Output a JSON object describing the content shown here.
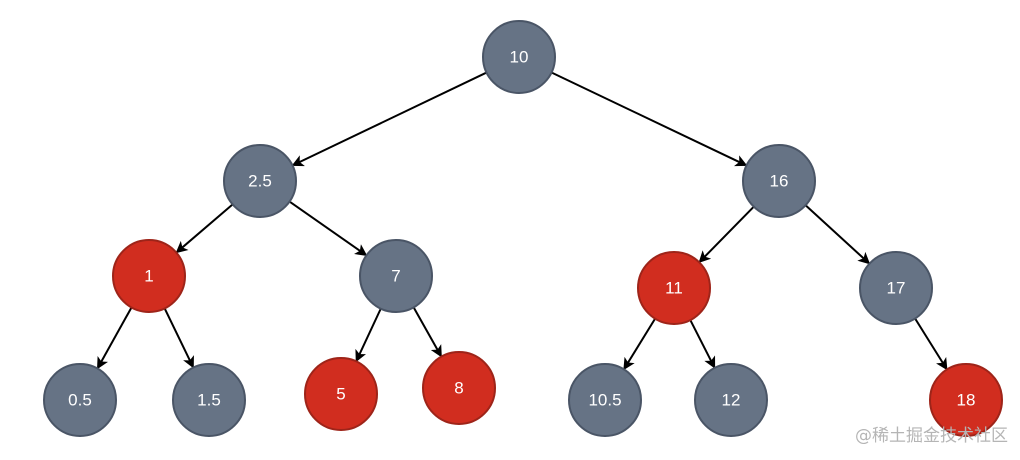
{
  "colors": {
    "black_node_fill": "#667385",
    "black_node_stroke": "#4a5566",
    "red_node_fill": "#d12d1f",
    "red_node_stroke": "#9e2419",
    "label": "#ffffff",
    "edge": "#000000"
  },
  "tree": {
    "type": "red-black-tree",
    "nodes": [
      {
        "id": "n10",
        "label": "10",
        "color": "black"
      },
      {
        "id": "n2_5",
        "label": "2.5",
        "color": "black"
      },
      {
        "id": "n16",
        "label": "16",
        "color": "black"
      },
      {
        "id": "n1",
        "label": "1",
        "color": "red"
      },
      {
        "id": "n7",
        "label": "7",
        "color": "black"
      },
      {
        "id": "n11",
        "label": "11",
        "color": "red"
      },
      {
        "id": "n17",
        "label": "17",
        "color": "black"
      },
      {
        "id": "n0_5",
        "label": "0.5",
        "color": "black"
      },
      {
        "id": "n1_5",
        "label": "1.5",
        "color": "black"
      },
      {
        "id": "n5",
        "label": "5",
        "color": "red"
      },
      {
        "id": "n8",
        "label": "8",
        "color": "red"
      },
      {
        "id": "n10_5",
        "label": "10.5",
        "color": "black"
      },
      {
        "id": "n12",
        "label": "12",
        "color": "black"
      },
      {
        "id": "n18",
        "label": "18",
        "color": "red"
      }
    ],
    "edges": [
      {
        "from": "n10",
        "to": "n2_5"
      },
      {
        "from": "n10",
        "to": "n16"
      },
      {
        "from": "n2_5",
        "to": "n1"
      },
      {
        "from": "n2_5",
        "to": "n7"
      },
      {
        "from": "n16",
        "to": "n11"
      },
      {
        "from": "n16",
        "to": "n17"
      },
      {
        "from": "n1",
        "to": "n0_5"
      },
      {
        "from": "n1",
        "to": "n1_5"
      },
      {
        "from": "n7",
        "to": "n5"
      },
      {
        "from": "n7",
        "to": "n8"
      },
      {
        "from": "n11",
        "to": "n10_5"
      },
      {
        "from": "n11",
        "to": "n12"
      },
      {
        "from": "n17",
        "to": "n18"
      }
    ]
  },
  "watermark": {
    "text": "@稀土掘金技术社区"
  }
}
